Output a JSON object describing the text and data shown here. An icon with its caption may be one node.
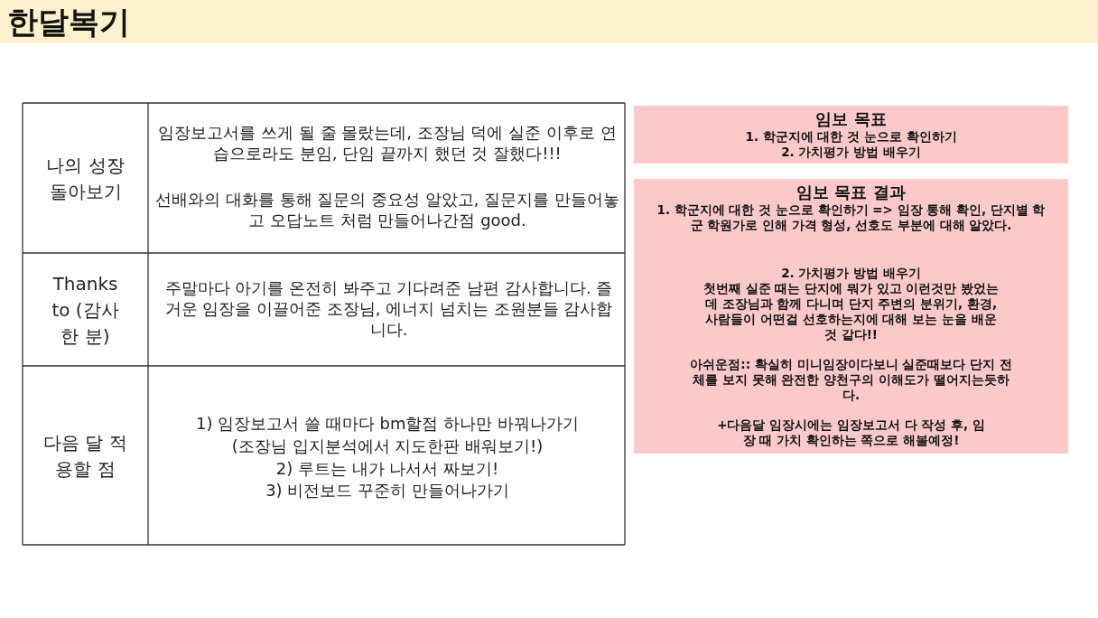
{
  "diagram": {
    "title": "한달복기",
    "nodes": [
      {
        "text": [
          "임보 목표",
          "1. 학군지에 대한 것 눈으로 확인하기",
          "2. 가치평가 방법 배우기"
        ]
      },
      {
        "text": [
          "임보 목표 결과",
          "1. 학군지에 대한 것 눈으로 확인하기 => 임장 통해 확인, 단지별 학군 학원가로 인해 가격 형성, 선호도 부분에 대해 알았다.",
          "2. 가치평가 방법 배우기",
          "첫번째 실준 때는 단지에 뭐가 있고 이런것만 봤었는데 조장님과 함께 다니며 단지 주변의 분위기, 환경, 사람들이 어떤걸 선호하는지에 대해 보는 눈을 배운것 같다!!",
          "아쉬운점:: 확실히 미니임장이다보니 실준때보다 단지 전체를 보지 못해 완전한 양천구의 이해도가 떨어지는듯하다.",
          "+다음달 임장시에는 임장보고서 다 작성 후, 임장 때 가치 확인하는 쪽으로 해볼예정!"
        ]
      }
    ],
    "labels": [
      "나의 성장 돌아보기",
      "임장보고서를 쓰게 될 줄 몰랐는데, 조장님 덕에 실준 이후로 연습으로라도 분임, 단임 끝까지 했던 것 잘했다!!!",
      "선배와의 대화를 통해 질문의 중요성 알았고, 질문지를 만들어놓고 오답노트 처럼 만들어나간점 good.",
      "Thanks to (감사한 분)",
      "주말마다 아기를 온전히 봐주고 기다려준 남편 감사합니다. 즐거운 임장을 이끌어준 조장님, 에너지 넘치는 조원분들 감사합니다.",
      "다음 달 적용할 점",
      "1) 임장보고서 쓸 때마다 bm할점 하나만 바꿔나가기",
      "(조장님 입지분석에서 지도한판 배워보기!)",
      "2) 루트는 내가 나서서 짜보기!",
      "3) 비전보드 꾸준히 만들어나가기"
    ]
  }
}
